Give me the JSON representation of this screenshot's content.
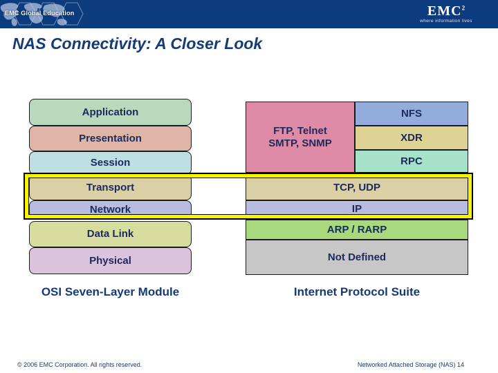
{
  "header": {
    "brand": "EMC Global Education",
    "logo_text": "EMC",
    "logo_superscript": "2",
    "tagline": "where information lives",
    "bar_color": "#0d3c7e"
  },
  "title": {
    "text": "NAS Connectivity: A Closer Look",
    "color": "#153a75"
  },
  "diagram": {
    "label_text_color": "#1b2a5a",
    "highlight": {
      "border_color": "#000000",
      "fill_color": "#f7f400",
      "wraps": "Transport, Network, TCP, UDP, IP"
    },
    "osi": {
      "caption": "OSI Seven-Layer Module",
      "layers": [
        {
          "label": "Application",
          "color": "#b9d9bd"
        },
        {
          "label": "Presentation",
          "color": "#dfb5a7"
        },
        {
          "label": "Session",
          "color": "#bedfe2"
        },
        {
          "label": "Transport",
          "color": "#dbcfa5"
        },
        {
          "label": "Network",
          "color": "#b8bce0"
        },
        {
          "label": "Data Link",
          "color": "#d7dd9f"
        },
        {
          "label": "Physical",
          "color": "#dbc3de"
        }
      ]
    },
    "ip_suite": {
      "caption": "Internet Protocol Suite",
      "app_protocols": {
        "line1": "FTP, Telnet",
        "line2": "SMTP, SNMP",
        "color": "#df8ba7"
      },
      "nfs": {
        "label": "NFS",
        "color": "#93abdd"
      },
      "xdr": {
        "label": "XDR",
        "color": "#dfd295"
      },
      "rpc": {
        "label": "RPC",
        "color": "#a6e1c9"
      },
      "tcp_udp": {
        "label": "TCP, UDP",
        "color": "#dbcfa5"
      },
      "ip_layer": {
        "label": "IP",
        "color": "#b8bce0"
      },
      "arp_rarp": {
        "label": "ARP / RARP",
        "color": "#a9d97d"
      },
      "not_defined": {
        "label": "Not Defined",
        "color": "#c7c7c7"
      }
    }
  },
  "footer": {
    "copyright": "© 2006 EMC Corporation. All rights reserved.",
    "page_label": "Networked Attached Storage (NAS) 14"
  }
}
